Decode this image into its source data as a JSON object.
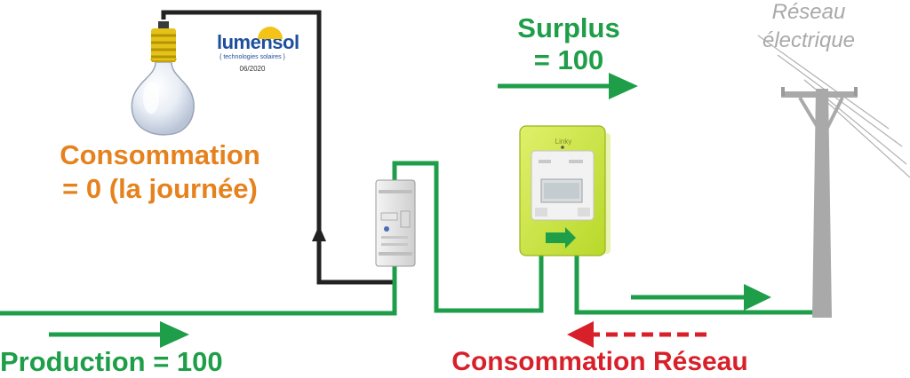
{
  "logo": {
    "brand": "lumensol",
    "tagline": "{ technologies solaires }",
    "date": "06/2020"
  },
  "labels": {
    "consumption_line1": "Consommation",
    "consumption_line2": "= 0 (la journée)",
    "surplus_line1": "Surplus",
    "surplus_line2": "= 100",
    "grid_line1": "Réseau",
    "grid_line2": "électrique",
    "production": "Production = 100",
    "grid_consumption": "Consommation Réseau"
  },
  "meter": {
    "brand": "Linky"
  },
  "colors": {
    "green": "#1e9e48",
    "red": "#d8202a",
    "orange": "#e6821e",
    "grey": "#a9a9a9",
    "black": "#222222",
    "linky": "#cde63a"
  }
}
